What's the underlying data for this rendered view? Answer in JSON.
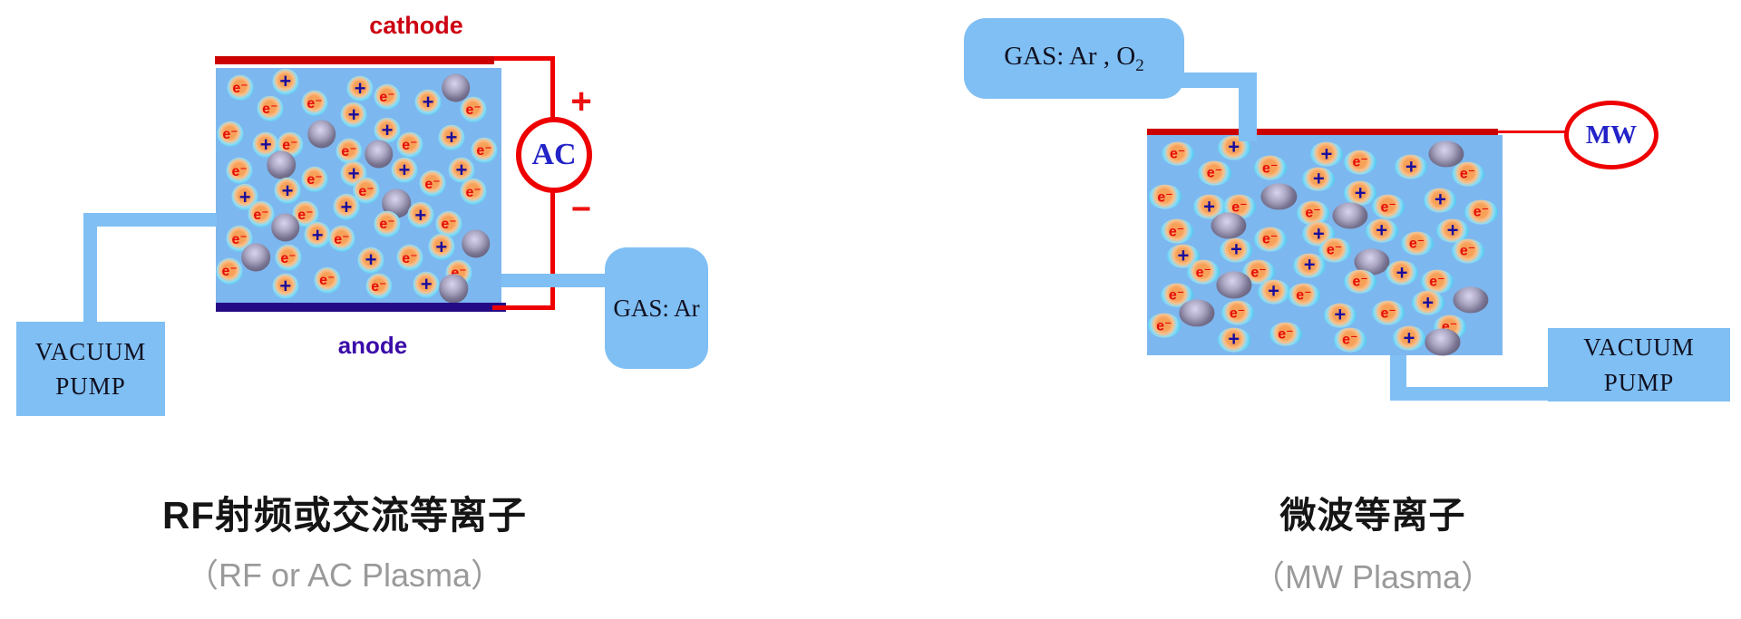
{
  "left_diagram": {
    "cathode_label": "cathode",
    "anode_label": "anode",
    "ac_label": "AC",
    "plus_label": "+",
    "minus_label": "−",
    "gas_label": "GAS: Ar",
    "pump_line1": "VACUUM",
    "pump_line2": "PUMP",
    "caption_zh": "RF射频或交流等离子",
    "caption_en": "（RF or AC Plasma）"
  },
  "right_diagram": {
    "gas_label_main": "GAS:  Ar , O",
    "gas_label_sub": "2",
    "mw_label": "MW",
    "pump_line1": "VACUUM",
    "pump_line2": "PUMP",
    "caption_zh": "微波等离子",
    "caption_en": "（MW Plasma）"
  },
  "particles": {
    "electron_label": "e⁻",
    "ion_label": "+",
    "layout": [
      [
        "e",
        8.6,
        8.5
      ],
      [
        "i",
        24.4,
        5.8
      ],
      [
        "i",
        50.5,
        8.8
      ],
      [
        "e",
        60.0,
        12.3
      ],
      [
        "i",
        74.3,
        14.6
      ],
      [
        "g",
        84.1,
        8.5
      ],
      [
        "e",
        19.0,
        17.3
      ],
      [
        "e",
        34.6,
        15.0
      ],
      [
        "e",
        90.2,
        17.7
      ],
      [
        "i",
        48.3,
        20.0
      ],
      [
        "e",
        5.1,
        28.1
      ],
      [
        "g",
        37.1,
        28.1
      ],
      [
        "i",
        60.0,
        26.5
      ],
      [
        "i",
        82.5,
        29.6
      ],
      [
        "i",
        17.5,
        32.7
      ],
      [
        "e",
        26.0,
        32.7
      ],
      [
        "e",
        46.7,
        35.4
      ],
      [
        "g",
        57.1,
        36.5
      ],
      [
        "e",
        67.9,
        32.7
      ],
      [
        "e",
        94.0,
        35.0
      ],
      [
        "g",
        22.9,
        41.2
      ],
      [
        "e",
        8.3,
        43.8
      ],
      [
        "i",
        48.3,
        45.0
      ],
      [
        "e",
        34.6,
        47.3
      ],
      [
        "i",
        66.0,
        43.5
      ],
      [
        "i",
        86.0,
        43.5
      ],
      [
        "e",
        52.7,
        52.3
      ],
      [
        "i",
        10.2,
        55.0
      ],
      [
        "e",
        75.9,
        49.2
      ],
      [
        "e",
        90.2,
        52.7
      ],
      [
        "i",
        25.1,
        52.3
      ],
      [
        "e",
        15.9,
        62.3
      ],
      [
        "e",
        31.4,
        62.3
      ],
      [
        "i",
        45.7,
        59.2
      ],
      [
        "g",
        63.2,
        57.7
      ],
      [
        "e",
        60.0,
        66.5
      ],
      [
        "i",
        71.7,
        62.7
      ],
      [
        "e",
        81.6,
        66.5
      ],
      [
        "g",
        24.4,
        68.1
      ],
      [
        "e",
        8.3,
        72.7
      ],
      [
        "i",
        35.6,
        71.2
      ],
      [
        "e",
        44.1,
        72.7
      ],
      [
        "g",
        14.0,
        80.8
      ],
      [
        "e",
        25.4,
        80.8
      ],
      [
        "i",
        54.3,
        81.9
      ],
      [
        "e",
        67.9,
        80.8
      ],
      [
        "i",
        79.0,
        76.2
      ],
      [
        "g",
        91.1,
        75.0
      ],
      [
        "e",
        4.8,
        86.5
      ],
      [
        "e",
        39.0,
        90.4
      ],
      [
        "e",
        85.1,
        87.3
      ],
      [
        "i",
        24.4,
        93.0
      ],
      [
        "e",
        57.1,
        93.0
      ],
      [
        "i",
        73.7,
        92.3
      ],
      [
        "g",
        83.2,
        94.0
      ]
    ]
  },
  "colors": {
    "chamber_blue": "#7db7ef",
    "pipe_box_blue": "#80bff3",
    "cathode_red": "#cc0000",
    "anode_navy": "#250a86",
    "wire_red": "#ee0000",
    "source_text_blue": "#2323c8",
    "electron_red": "#e60d0d",
    "ion_navy": "#1a0d9c",
    "caption_gray": "#9a9a9a"
  }
}
